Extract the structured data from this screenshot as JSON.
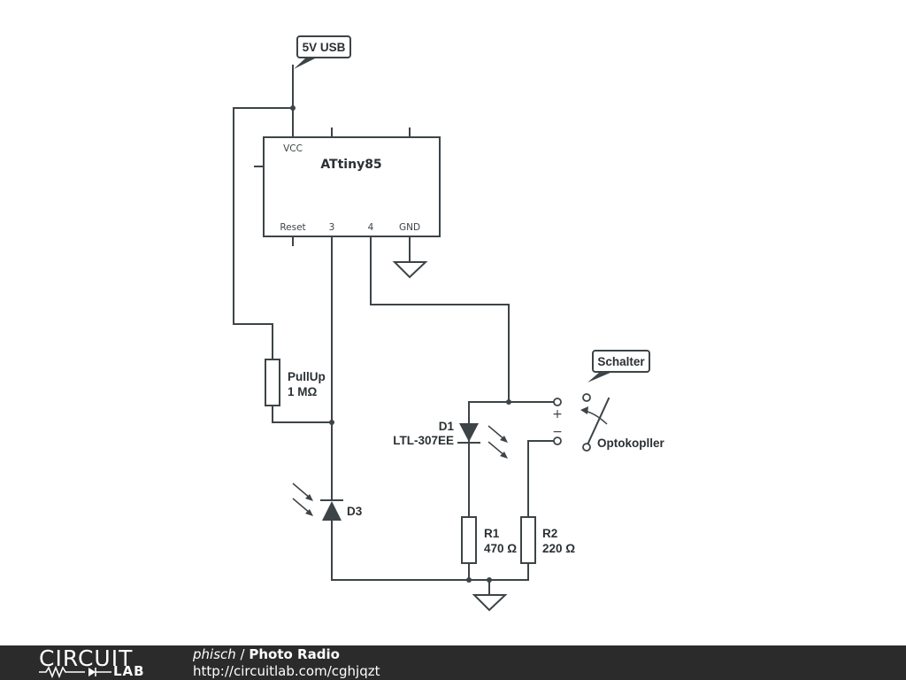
{
  "labels": {
    "supply": "5V USB",
    "switch_tag": "Schalter",
    "chip": "ATtiny85",
    "pin_vcc": "VCC",
    "pin_reset": "Reset",
    "pin_3": "3",
    "pin_4": "4",
    "pin_gnd": "GND",
    "pullup_name": "PullUp",
    "pullup_value": "1 MΩ",
    "d1_name": "D1",
    "d1_part": "LTL-307EE",
    "d3_name": "D3",
    "r1_name": "R1",
    "r1_value": "470 Ω",
    "r2_name": "R2",
    "r2_value": "220 Ω",
    "plus": "+",
    "minus": "−",
    "optocoupler": "Optokopller"
  },
  "footer": {
    "logo_top": "CIRCUIT",
    "logo_bottom": "LAB",
    "author": "phisch",
    "separator": " / ",
    "title": "Photo Radio",
    "url": "http://circuitlab.com/cghjqzt"
  }
}
